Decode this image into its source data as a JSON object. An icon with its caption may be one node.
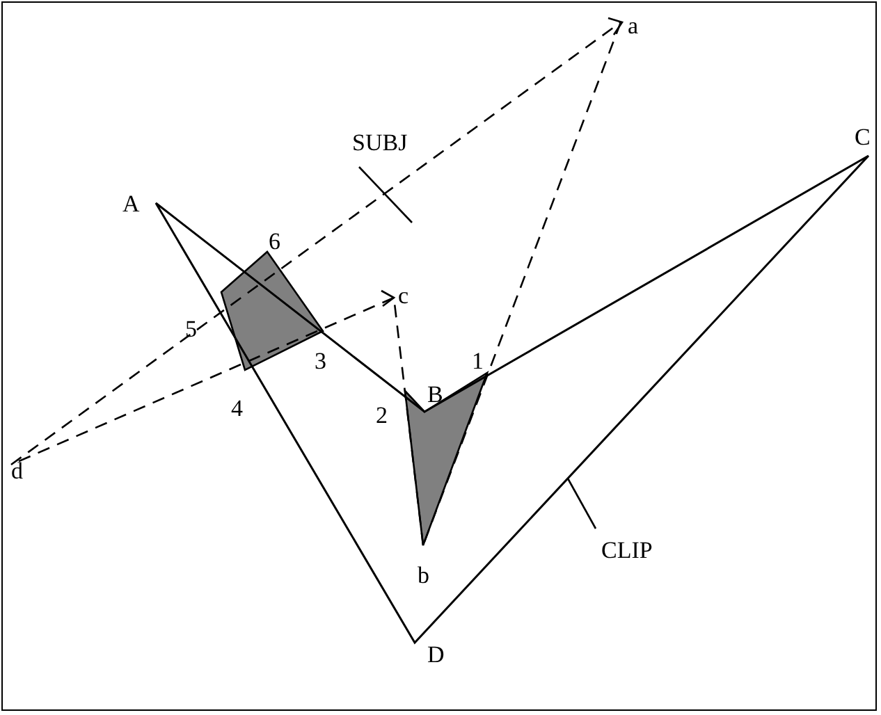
{
  "diagram": {
    "nodes": [
      {
        "text": [
          "SUBJ"
        ]
      },
      {
        "text": [
          "CLIP"
        ]
      }
    ],
    "edges": [
      {
        "from": 0,
        "to": null,
        "arrow": "none"
      },
      {
        "from": 1,
        "to": null,
        "arrow": "none"
      }
    ],
    "labels": [
      "a",
      "C",
      "A",
      "6",
      "c",
      "5",
      "3",
      "1",
      "B",
      "2",
      "4",
      "d",
      "b",
      "D"
    ]
  }
}
